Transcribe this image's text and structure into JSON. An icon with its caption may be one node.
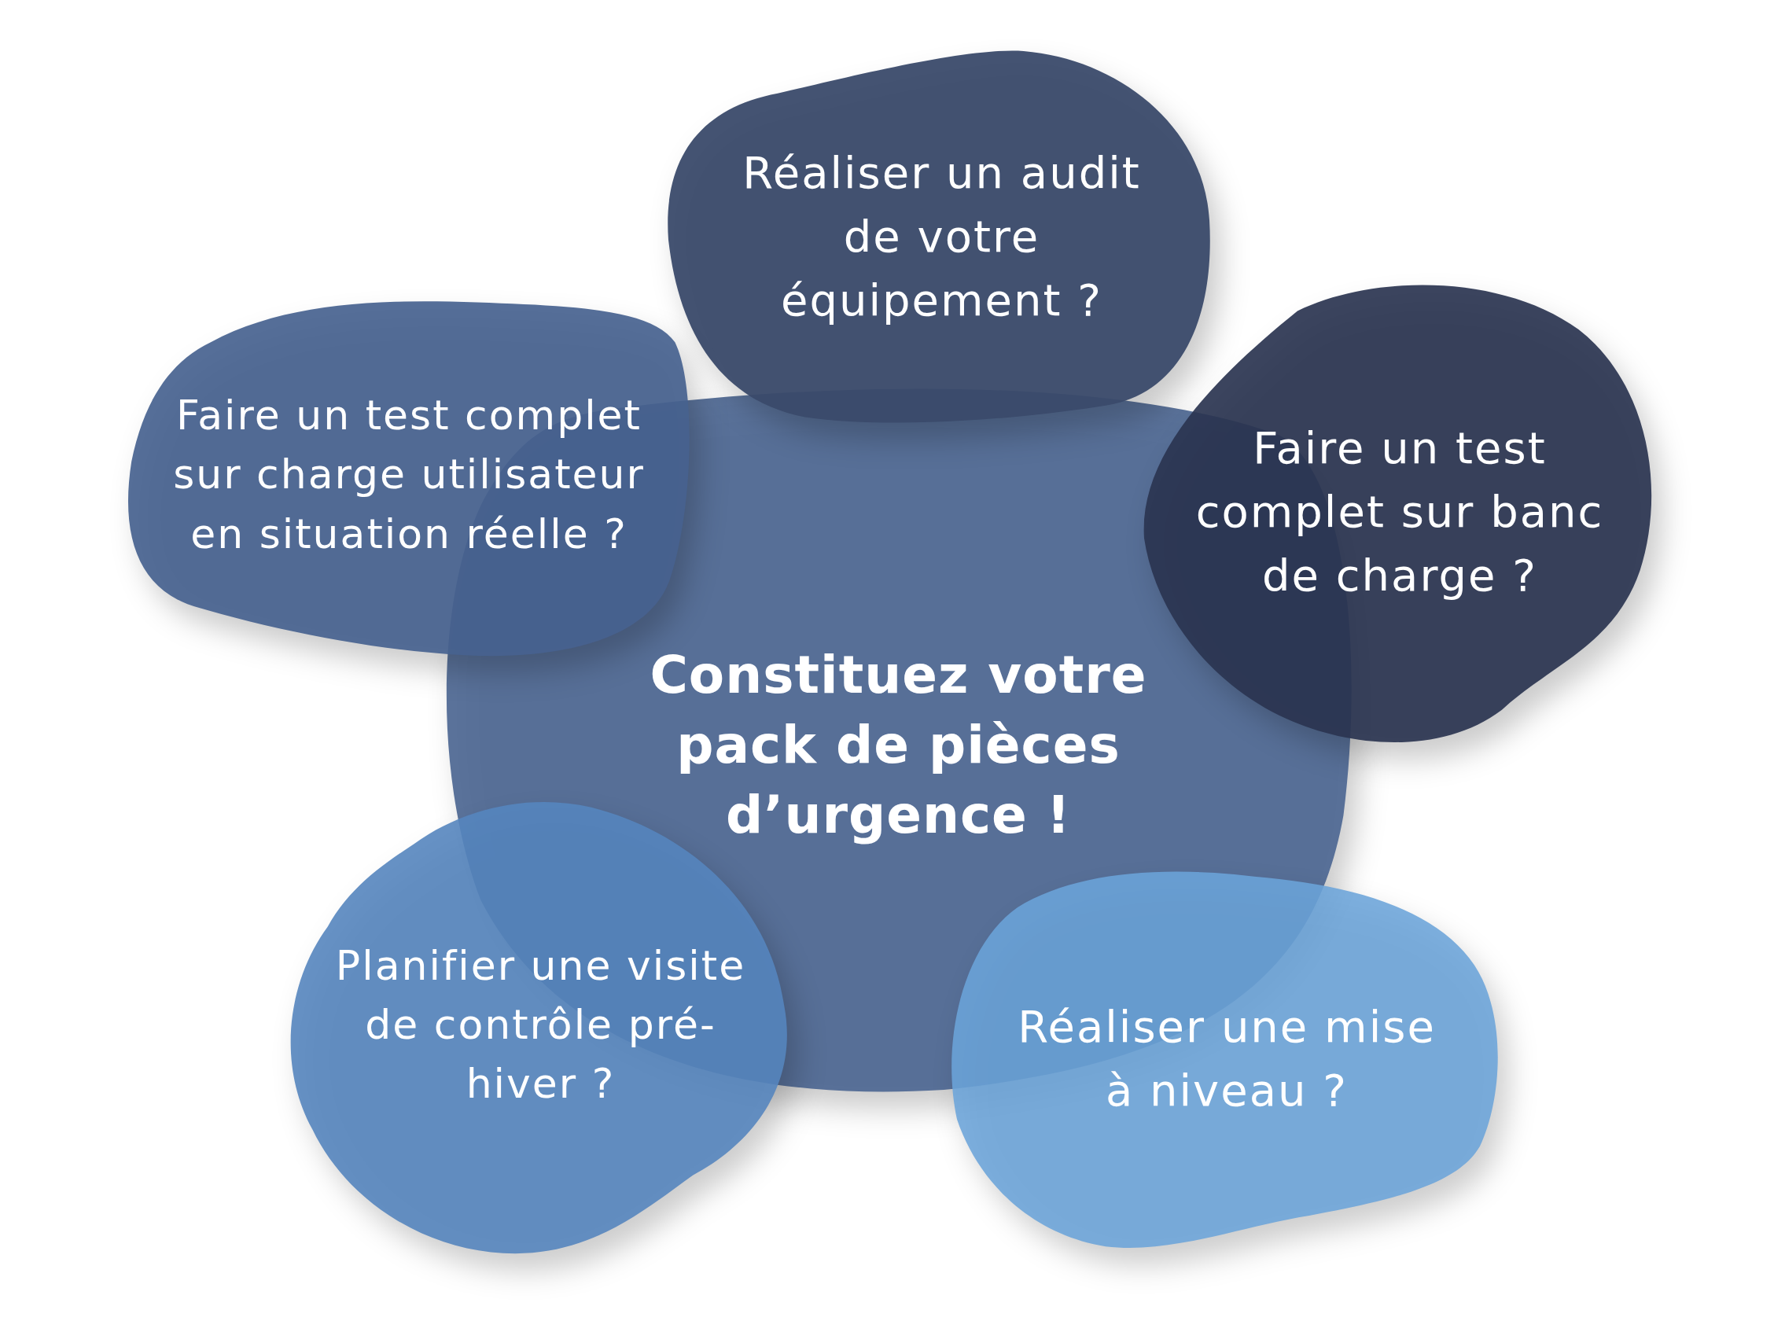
{
  "diagram": {
    "nodes": [
      {
        "text": [
          "Réaliser un audit de votre équipement ?"
        ]
      },
      {
        "text": [
          "Faire un test complet sur charge utilisateur en situation réelle ?"
        ]
      },
      {
        "text": [
          "Faire un test complet sur banc de charge ?"
        ]
      },
      {
        "text": [
          "Constituez votre pack de pièces d’urgence !"
        ]
      },
      {
        "text": [
          "Planifier une visite de contrôle pré-hiver ?"
        ]
      },
      {
        "text": [
          "Réaliser une mise à niveau ?"
        ]
      }
    ]
  }
}
